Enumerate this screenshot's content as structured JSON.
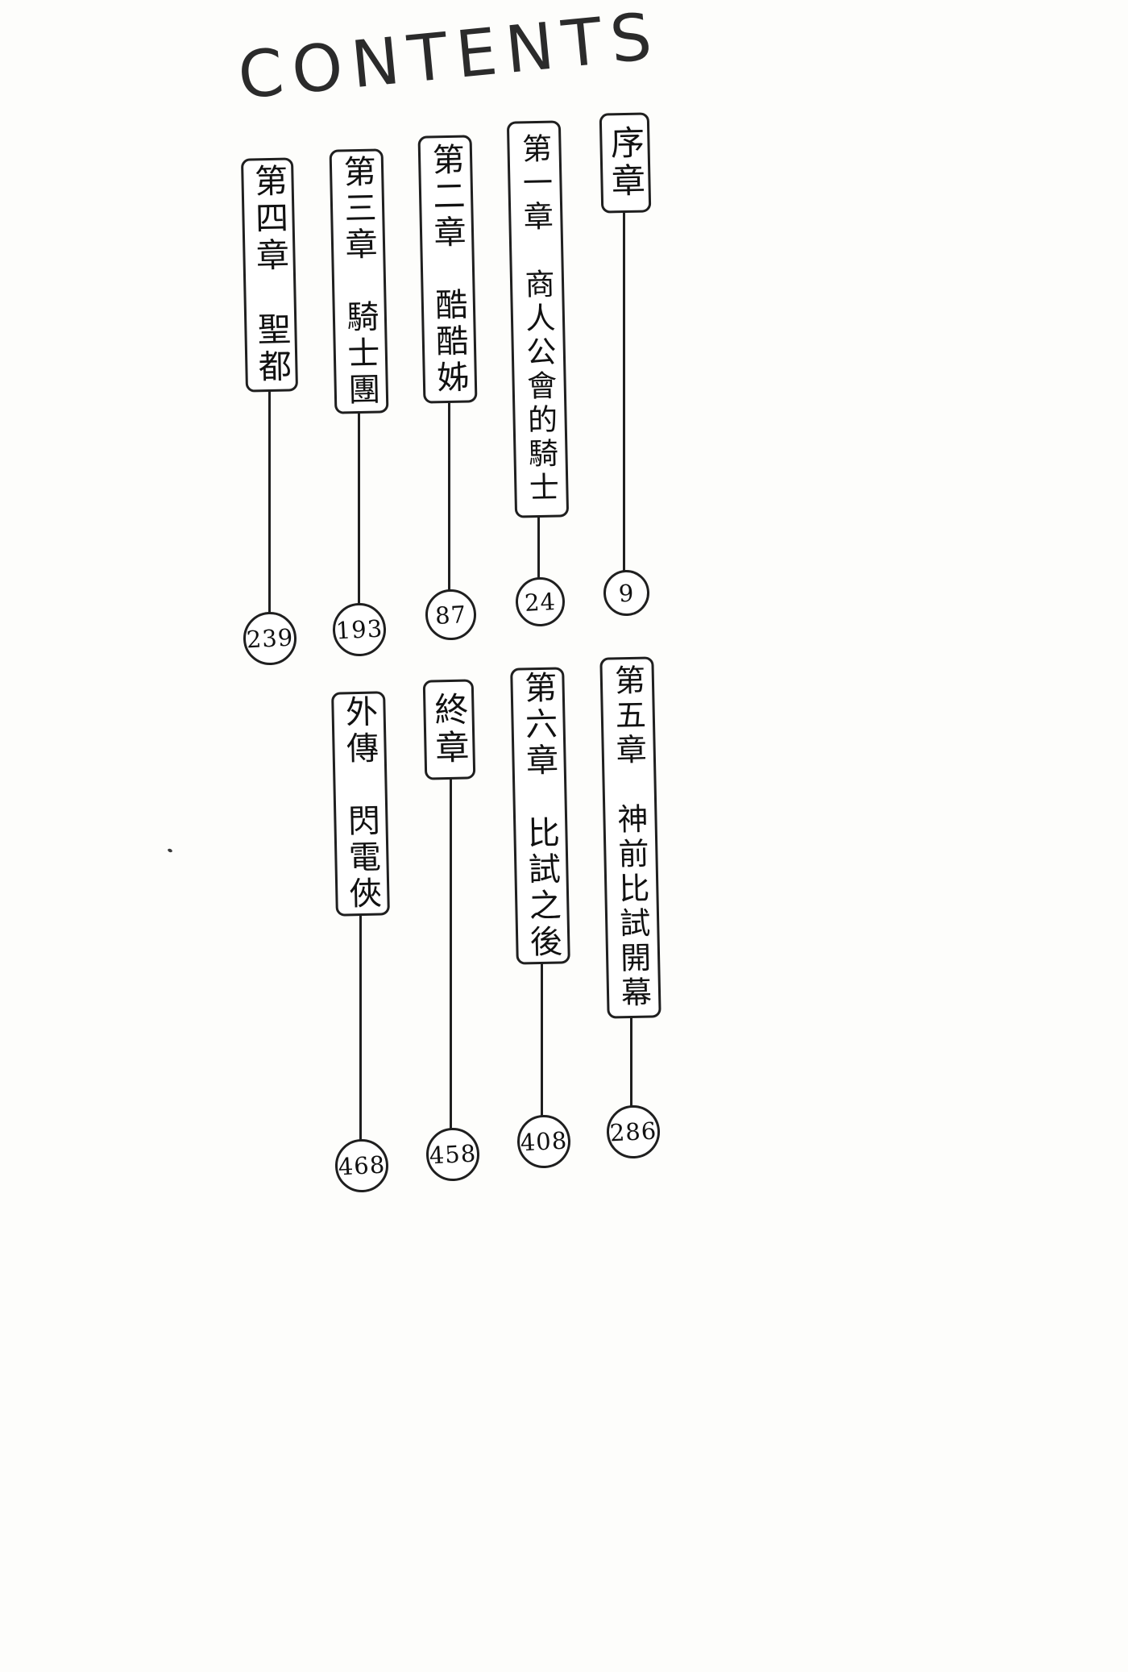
{
  "page": {
    "title": "CONTENTS"
  },
  "toc": {
    "entries": [
      {
        "title": "序章",
        "page": "9"
      },
      {
        "title": "第一章　商人公會的騎士",
        "page": "24"
      },
      {
        "title": "第二章　酷酷姊",
        "page": "87"
      },
      {
        "title": "第三章　騎士團",
        "page": "193"
      },
      {
        "title": "第四章　聖都",
        "page": "239"
      },
      {
        "title": "第五章　神前比試開幕",
        "page": "286"
      },
      {
        "title": "第六章　比試之後",
        "page": "408"
      },
      {
        "title": "終章",
        "page": "458"
      },
      {
        "title": "外傳　閃電俠",
        "page": "468"
      }
    ]
  },
  "colors": {
    "ink": "#1f1f1f",
    "paper": "#fdfdfb"
  }
}
